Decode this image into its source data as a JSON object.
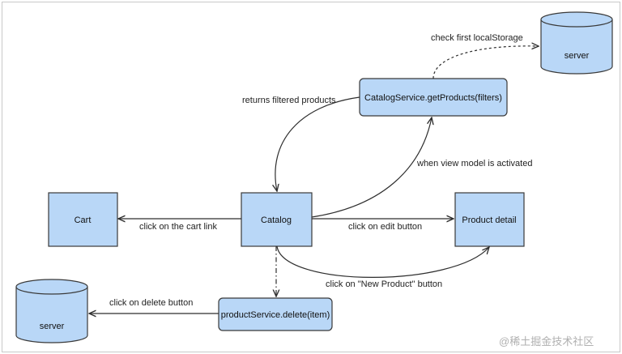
{
  "nodes": {
    "cart": "Cart",
    "catalog": "Catalog",
    "product_detail": "Product detail",
    "catalog_service": "CatalogService.getProducts(filters)",
    "product_service": "productService.delete(item)",
    "server_top": "server",
    "server_bottom": "server"
  },
  "edges": {
    "check_storage": "check first localStorage",
    "returns_filtered": "returns filtered products",
    "view_model_activated": "when view model is activated",
    "cart_link": "click on the cart link",
    "edit_button": "click on edit button",
    "new_product": "click on \"New Product\" button",
    "delete_button": "click on delete button"
  },
  "watermark": "@稀土掘金技术社区",
  "colors": {
    "node_fill": "#b9d7f7",
    "node_stroke": "#3a3a3a",
    "line": "#2e2e2e"
  }
}
